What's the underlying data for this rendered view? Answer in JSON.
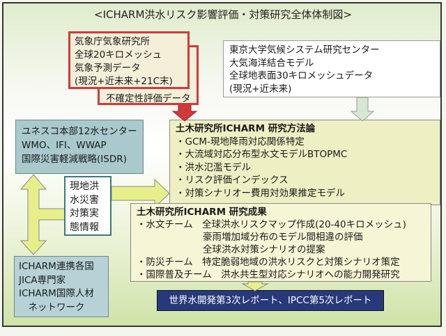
{
  "title": "<ICHARM洪水リスク影響評価・対策研究全体体制図>",
  "jma": {
    "lines": [
      "気象庁気象研究所",
      "全球20キロメッシュ",
      "気象予測データ",
      "(現況+近未来+21C末)"
    ],
    "note": "不確定性評価データ"
  },
  "tokyo": {
    "lines": [
      "東京大学気候システム研究センター",
      "大気海洋結合モデル",
      "全球地表面30キロメッシュデータ",
      "(現況+近未来)"
    ]
  },
  "unesco": {
    "lines": [
      "ユネスコ本部12水センター",
      "WMO、IFI、WWAP",
      "国際災害軽減戦略(ISDR)"
    ]
  },
  "methods": {
    "heading": "土木研究所ICHARM 研究方法論",
    "items": [
      "・GCM-現地降雨対応関係特定",
      "・大流域対応分布型水文モデルBTOPMC",
      "・洪水氾濫モデル",
      "・リスク評価インデックス",
      "・対策シナリオー費用対効果推定モデル"
    ]
  },
  "local": {
    "lines": [
      "現地洪",
      "水災害",
      "対策実",
      "態情報"
    ]
  },
  "results": {
    "heading": "土木研究所ICHARM 研究成果",
    "lines": [
      "・水文チーム　全球洪水リスクマップ作成(20-40キロメッシュ)",
      "豪雨増加域分布のモデル間相違の評価",
      "全球洪水対策シナリオの提案",
      "・防災チーム　特定脆弱地域の洪水リスクと対策シナリオ策定",
      "・国際普及チーム　洪水共生型対応シナリオへの能力開発研究"
    ]
  },
  "partners": {
    "lines": [
      "ICHARM連携各国",
      "JICA専門家",
      "ICHARM国際人材",
      "　ネットワーク"
    ]
  },
  "report": "世界水開発第3次レポート、IPCC第5次レポート",
  "colors": {
    "red": "#d03a3a",
    "arrow": "#e6ef8a",
    "navy": "#27397a"
  }
}
